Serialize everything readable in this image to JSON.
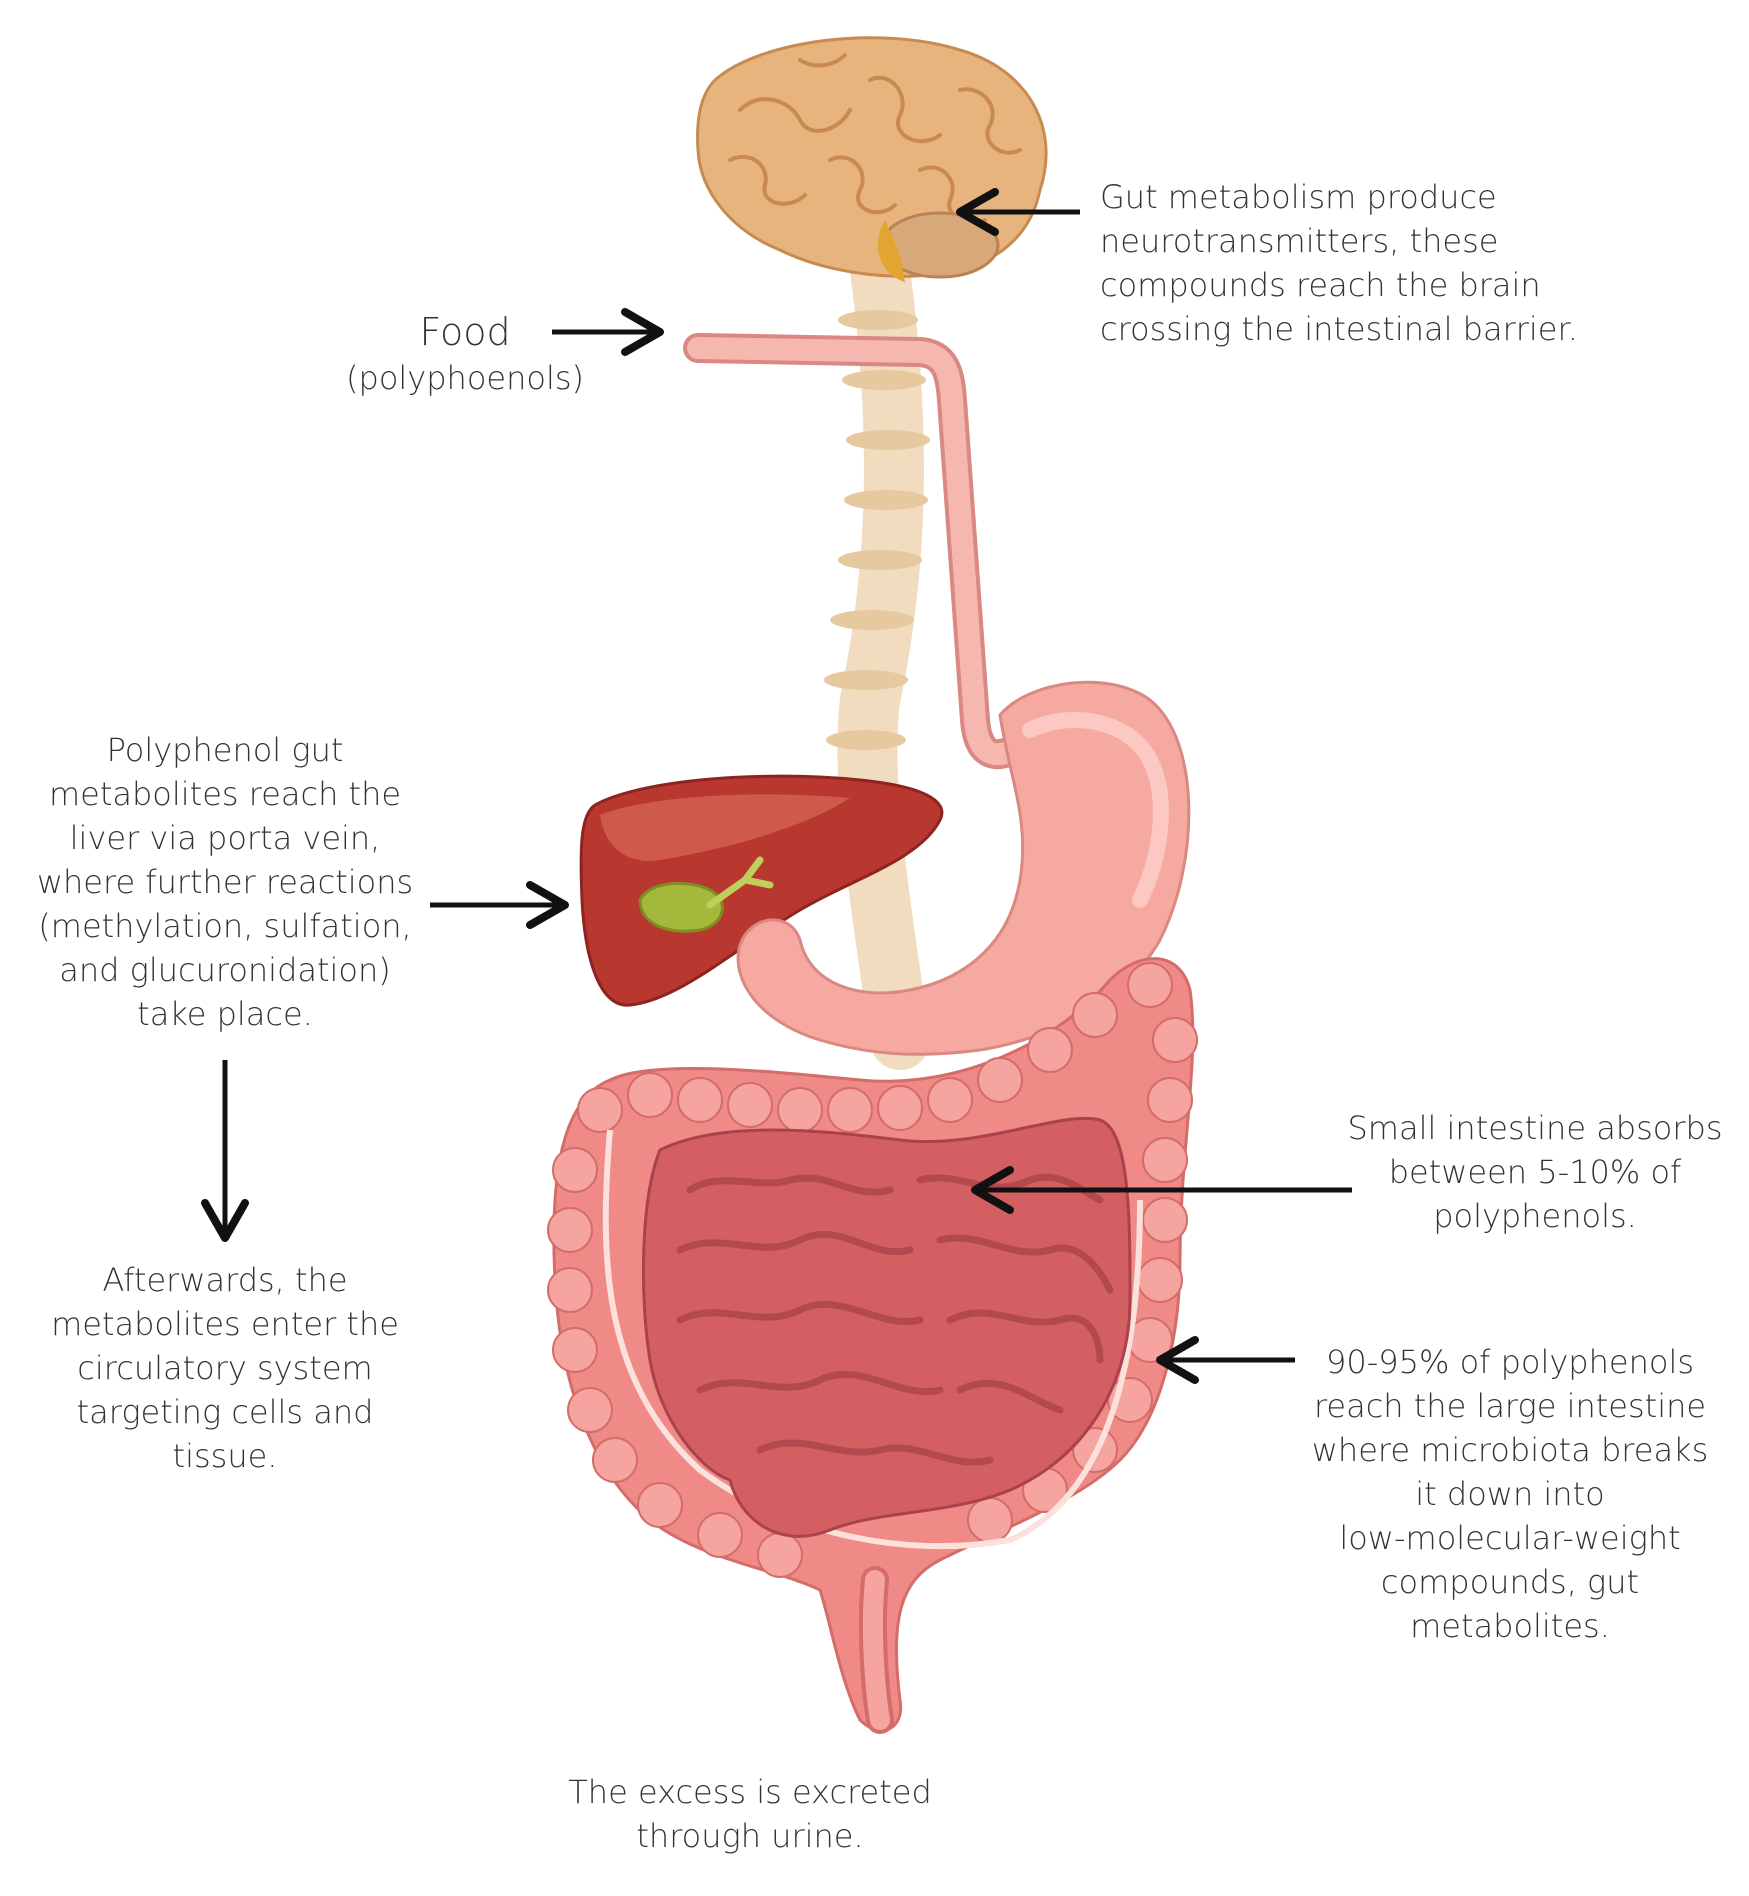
{
  "labels": {
    "food": {
      "title": "Food",
      "subtitle": "(polyphoenols)"
    },
    "brain": {
      "lines": [
        "Gut metabolism produce",
        "neurotransmitters, these",
        "compounds reach the brain",
        "crossing the intestinal barrier."
      ]
    },
    "liver": {
      "lines": [
        "Polyphenol gut",
        "metabolites reach the",
        "liver via porta vein,",
        "where further reactions",
        "(methylation, sulfation,",
        "and glucuronidation)",
        "take place."
      ]
    },
    "circulation": {
      "lines": [
        "Afterwards, the",
        "metabolites enter the",
        "circulatory system",
        "targeting cells and",
        "tissue."
      ]
    },
    "small_intestine": {
      "lines": [
        "Small intestine absorbs",
        "between 5-10% of",
        "polyphenols."
      ]
    },
    "large_intestine": {
      "lines": [
        "90-95% of polyphenols",
        "reach the large intestine",
        "where microbiota breaks",
        "it down into",
        "low-molecular-weight",
        "compounds, gut",
        "metabolites."
      ]
    },
    "urine": {
      "lines": [
        "The excess is excreted",
        "through urine."
      ]
    }
  },
  "colors": {
    "brain": "#e8b47e",
    "brain_fold": "#c98a4f",
    "spine": "#f1dcc0",
    "esophagus": "#f2a9a3",
    "stomach": "#f6a9a0",
    "liver": "#b8372f",
    "gallbladder": "#a4b83c",
    "large_intestine": "#ef8a86",
    "small_intestine": "#d45f63",
    "arrow": "#111111"
  }
}
